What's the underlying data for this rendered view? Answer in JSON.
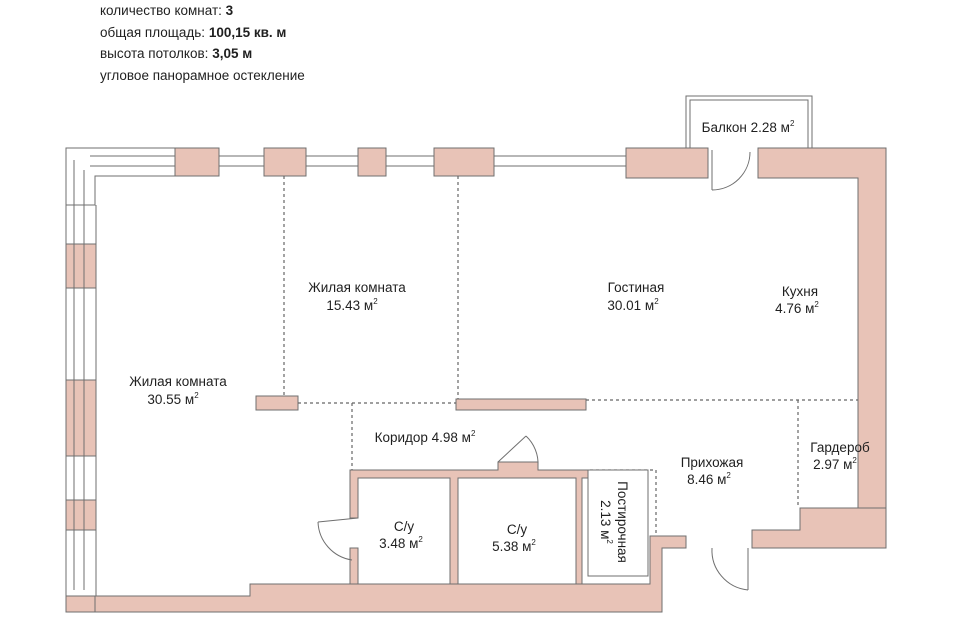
{
  "info": {
    "rooms_label": "количество комнат:",
    "rooms_value": "3",
    "area_label": "общая площадь:",
    "area_value": "100,15 кв. м",
    "ceiling_label": "высота потолков:",
    "ceiling_value": "3,05 м",
    "glazing": "угловое панорамное остекление"
  },
  "colors": {
    "wall": "#e8c3b7",
    "wall_stroke": "#6f6f6f",
    "dashed": "#666666",
    "text": "#1f1f1f"
  },
  "rooms": {
    "living1": {
      "name": "Жилая комната",
      "area": "30.55 м",
      "sup": "2"
    },
    "living2": {
      "name": "Жилая комната",
      "area": "15.43 м",
      "sup": "2"
    },
    "lounge": {
      "name": "Гостиная",
      "area": "30.01 м",
      "sup": "2"
    },
    "kitchen": {
      "name": "Кухня",
      "area": "4.76 м",
      "sup": "2"
    },
    "balcony": {
      "name": "Балкон 2.28 м",
      "sup": "2"
    },
    "corridor": {
      "name": "Коридор 4.98 м",
      "sup": "2"
    },
    "hall": {
      "name": "Прихожая",
      "area": "8.46 м",
      "sup": "2"
    },
    "wardrobe": {
      "name": "Гардероб",
      "area": "2.97 м",
      "sup": "2"
    },
    "bath1": {
      "name": "С/у",
      "area": "3.48 м",
      "sup": "2"
    },
    "bath2": {
      "name": "С/у",
      "area": "5.38 м",
      "sup": "2"
    },
    "laundry": {
      "name": "Постирочная",
      "area": "2.13 м",
      "sup": "2"
    }
  }
}
